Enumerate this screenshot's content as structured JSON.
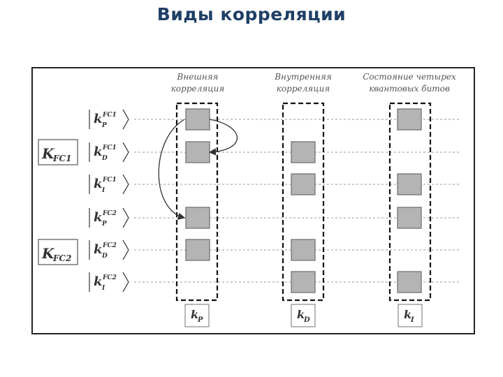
{
  "slide": {
    "title": "Виды корреляции"
  },
  "columns": [
    {
      "header": [
        "Внешняя",
        "корреляция"
      ],
      "footer_main": "k",
      "footer_sub": "P"
    },
    {
      "header": [
        "Внутренняя",
        "корреляция"
      ],
      "footer_main": "k",
      "footer_sub": "D"
    },
    {
      "header": [
        "Состояние четырех",
        "квантовых битов"
      ],
      "footer_main": "k",
      "footer_sub": "I"
    }
  ],
  "groups": [
    {
      "main": "K",
      "sub": "FC1"
    },
    {
      "main": "K",
      "sub": "FC2"
    }
  ],
  "rows": [
    {
      "main": "k",
      "sup": "FC1",
      "sub": "P"
    },
    {
      "main": "k",
      "sup": "FC1",
      "sub": "D"
    },
    {
      "main": "k",
      "sup": "FC1",
      "sub": "I"
    },
    {
      "main": "k",
      "sup": "FC2",
      "sub": "P"
    },
    {
      "main": "k",
      "sup": "FC2",
      "sub": "D"
    },
    {
      "main": "k",
      "sup": "FC2",
      "sub": "I"
    }
  ],
  "cells": {
    "col1": [
      true,
      true,
      false,
      true,
      true,
      false
    ],
    "col2": [
      false,
      true,
      true,
      false,
      true,
      true
    ],
    "col3": [
      true,
      false,
      true,
      true,
      false,
      true
    ]
  },
  "colors": {
    "title": "#1f3f66",
    "qubit_fill": "#b4b4b4",
    "dashed_line": "#9a9a9a"
  }
}
